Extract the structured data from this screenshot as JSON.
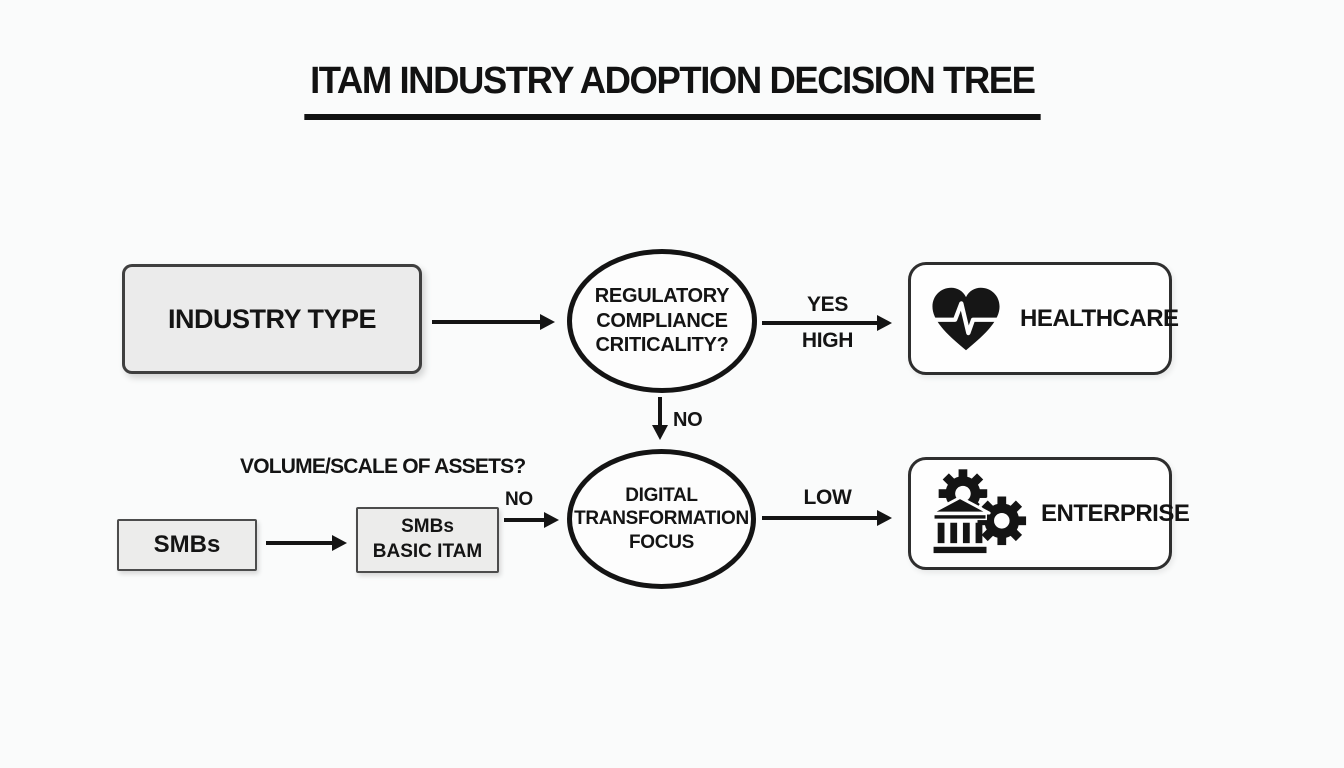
{
  "title": "ITAM INDUSTRY ADOPTION DECISION TREE",
  "nodes": {
    "industry_type": {
      "label": "INDUSTRY TYPE"
    },
    "regulatory_compliance": {
      "lines": [
        "REGULATORY",
        "COMPLIANCE",
        "CRITICALITY?"
      ]
    },
    "healthcare": {
      "label": "HEALTHCARE",
      "icon": "heart-pulse-icon"
    },
    "digital_transformation": {
      "lines": [
        "DIGITAL",
        "TRANSFORMATION",
        "FOCUS"
      ]
    },
    "enterprise": {
      "label": "ENTERPRISE",
      "icon": "bank-gears-icon"
    },
    "smbs": {
      "label": "SMBs"
    },
    "smbs_basic_itam": {
      "lines": [
        "SMBs",
        "BASIC ITAM"
      ]
    }
  },
  "edge_labels": {
    "yes": "YES",
    "high": "HIGH",
    "no_down": "NO",
    "no_smb": "NO",
    "low": "LOW"
  },
  "annotations": {
    "volume_scale_question": "VOLUME/SCALE OF ASSETS?"
  },
  "colors": {
    "background": "#fafbfb",
    "ink": "#141414",
    "gray_node_fill": "#ebebeb",
    "white_node_fill": "#fdfdfd",
    "node_border": "#3f3f3f"
  }
}
